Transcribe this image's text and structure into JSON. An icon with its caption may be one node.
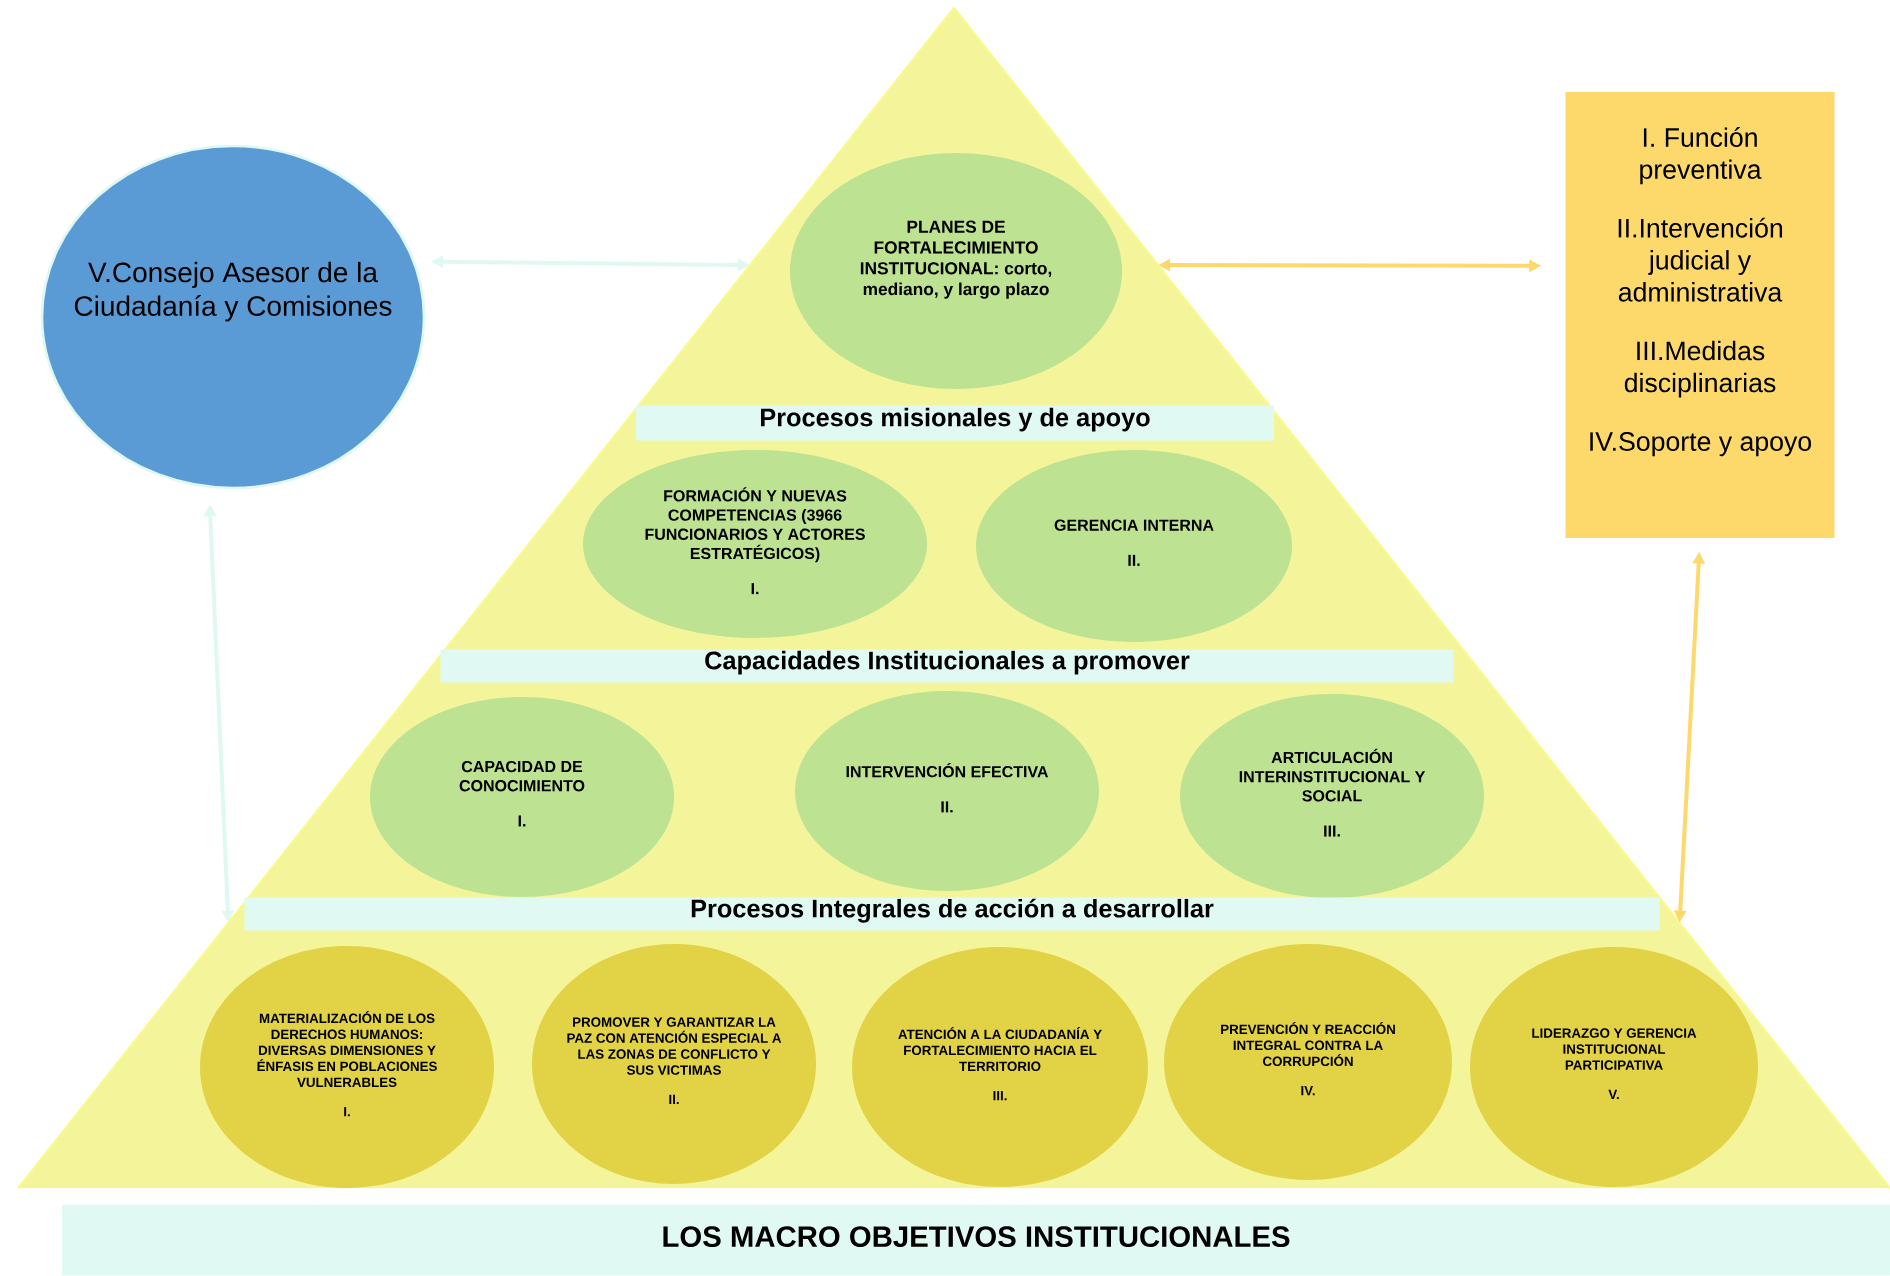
{
  "diagram": {
    "nodes": [
      {
        "text": [],
        "shape": "triangle"
      },
      {
        "text": [
          "V.Consejo Asesor de la Ciudadanía y Comisiones"
        ]
      },
      {
        "text": [
          "I. Función preventiva",
          "II.Intervención judicial y administrativa",
          "III.Medidas disciplinarias",
          "IV.Soporte y apoyo"
        ]
      },
      {
        "text": [
          "PLANES DE FORTALECIMIENTO INSTITUCIONAL: corto, mediano, y largo plazo"
        ],
        "in": 0
      },
      {
        "text": [
          "Procesos misionales y de apoyo"
        ],
        "in": 0
      },
      {
        "text": [
          "FORMACIÓN Y NUEVAS COMPETENCIAS (3966 FUNCIONARIOS Y ACTORES ESTRATÉGICOS)",
          "I."
        ],
        "in": 0
      },
      {
        "text": [
          "GERENCIA INTERNA",
          "II."
        ],
        "in": 0
      },
      {
        "text": [
          "Capacidades Institucionales a promover"
        ],
        "in": 0
      },
      {
        "text": [
          "CAPACIDAD DE CONOCIMIENTO",
          "I."
        ],
        "in": 0
      },
      {
        "text": [
          "INTERVENCIÓN EFECTIVA",
          "II."
        ],
        "in": 0
      },
      {
        "text": [
          "ARTICULACIÓN INTERINSTITUCIONAL Y SOCIAL",
          "III."
        ],
        "in": 0
      },
      {
        "text": [
          "Procesos Integrales de acción a desarrollar"
        ],
        "in": 0
      },
      {
        "text": [
          "MATERIALIZACIÓN DE LOS DERECHOS HUMANOS: DIVERSAS DIMENSIONES Y ÉNFASIS EN POBLACIONES VULNERABLES",
          "I."
        ],
        "in": 0
      },
      {
        "text": [
          "PROMOVER Y GARANTIZAR LA PAZ CON ATENCIÓN ESPECIAL A LAS ZONAS DE CONFLICTO Y SUS VICTIMAS",
          "II."
        ],
        "in": 0
      },
      {
        "text": [
          "ATENCIÓN A LA CIUDADANÍA Y FORTALECIMIENTO HACIA EL TERRITORIO",
          "III."
        ],
        "in": 0
      },
      {
        "text": [
          "PREVENCIÓN Y REACCIÓN INTEGRAL CONTRA LA CORRUPCIÓN",
          "IV."
        ],
        "in": 0
      },
      {
        "text": [
          "LIDERAZGO Y GERENCIA INSTITUCIONAL PARTICIPATIVA",
          "V."
        ],
        "in": 0
      },
      {
        "text": [
          "LOS MACRO OBJETIVOS INSTITUCIONALES"
        ]
      }
    ],
    "edges": [
      {
        "from": 1,
        "to": 0,
        "arrow": "both",
        "color": "#dff8f2"
      },
      {
        "from": 2,
        "to": 0,
        "arrow": "both",
        "color": "#fdd96c"
      },
      {
        "from": 1,
        "to": 0,
        "arrow": "both",
        "color": "#dff8f2"
      },
      {
        "from": 2,
        "to": 0,
        "arrow": "both",
        "color": "#fdd96c"
      }
    ]
  }
}
